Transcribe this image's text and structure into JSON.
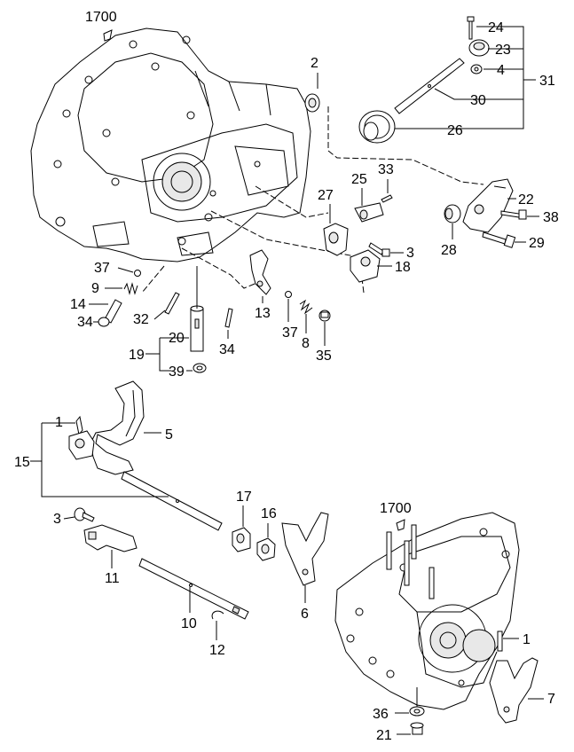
{
  "labels": {
    "housing_top": "1700",
    "housing_bottom": "1700",
    "p1a": "1",
    "p1b": "1",
    "p2": "2",
    "p3a": "3",
    "p3b": "3",
    "p4": "4",
    "p5": "5",
    "p6": "6",
    "p7": "7",
    "p8": "8",
    "p9": "9",
    "p10": "10",
    "p11": "11",
    "p12": "12",
    "p13": "13",
    "p14": "14",
    "p15": "15",
    "p16": "16",
    "p17": "17",
    "p18": "18",
    "p19": "19",
    "p20": "20",
    "p21": "21",
    "p22": "22",
    "p23": "23",
    "p24": "24",
    "p25": "25",
    "p26": "26",
    "p27": "27",
    "p28": "28",
    "p29": "29",
    "p30": "30",
    "p31": "31",
    "p32": "32",
    "p33": "33",
    "p34a": "34",
    "p34b": "34",
    "p35": "35",
    "p36": "36",
    "p37a": "37",
    "p37b": "37",
    "p38": "38",
    "p39": "39"
  }
}
